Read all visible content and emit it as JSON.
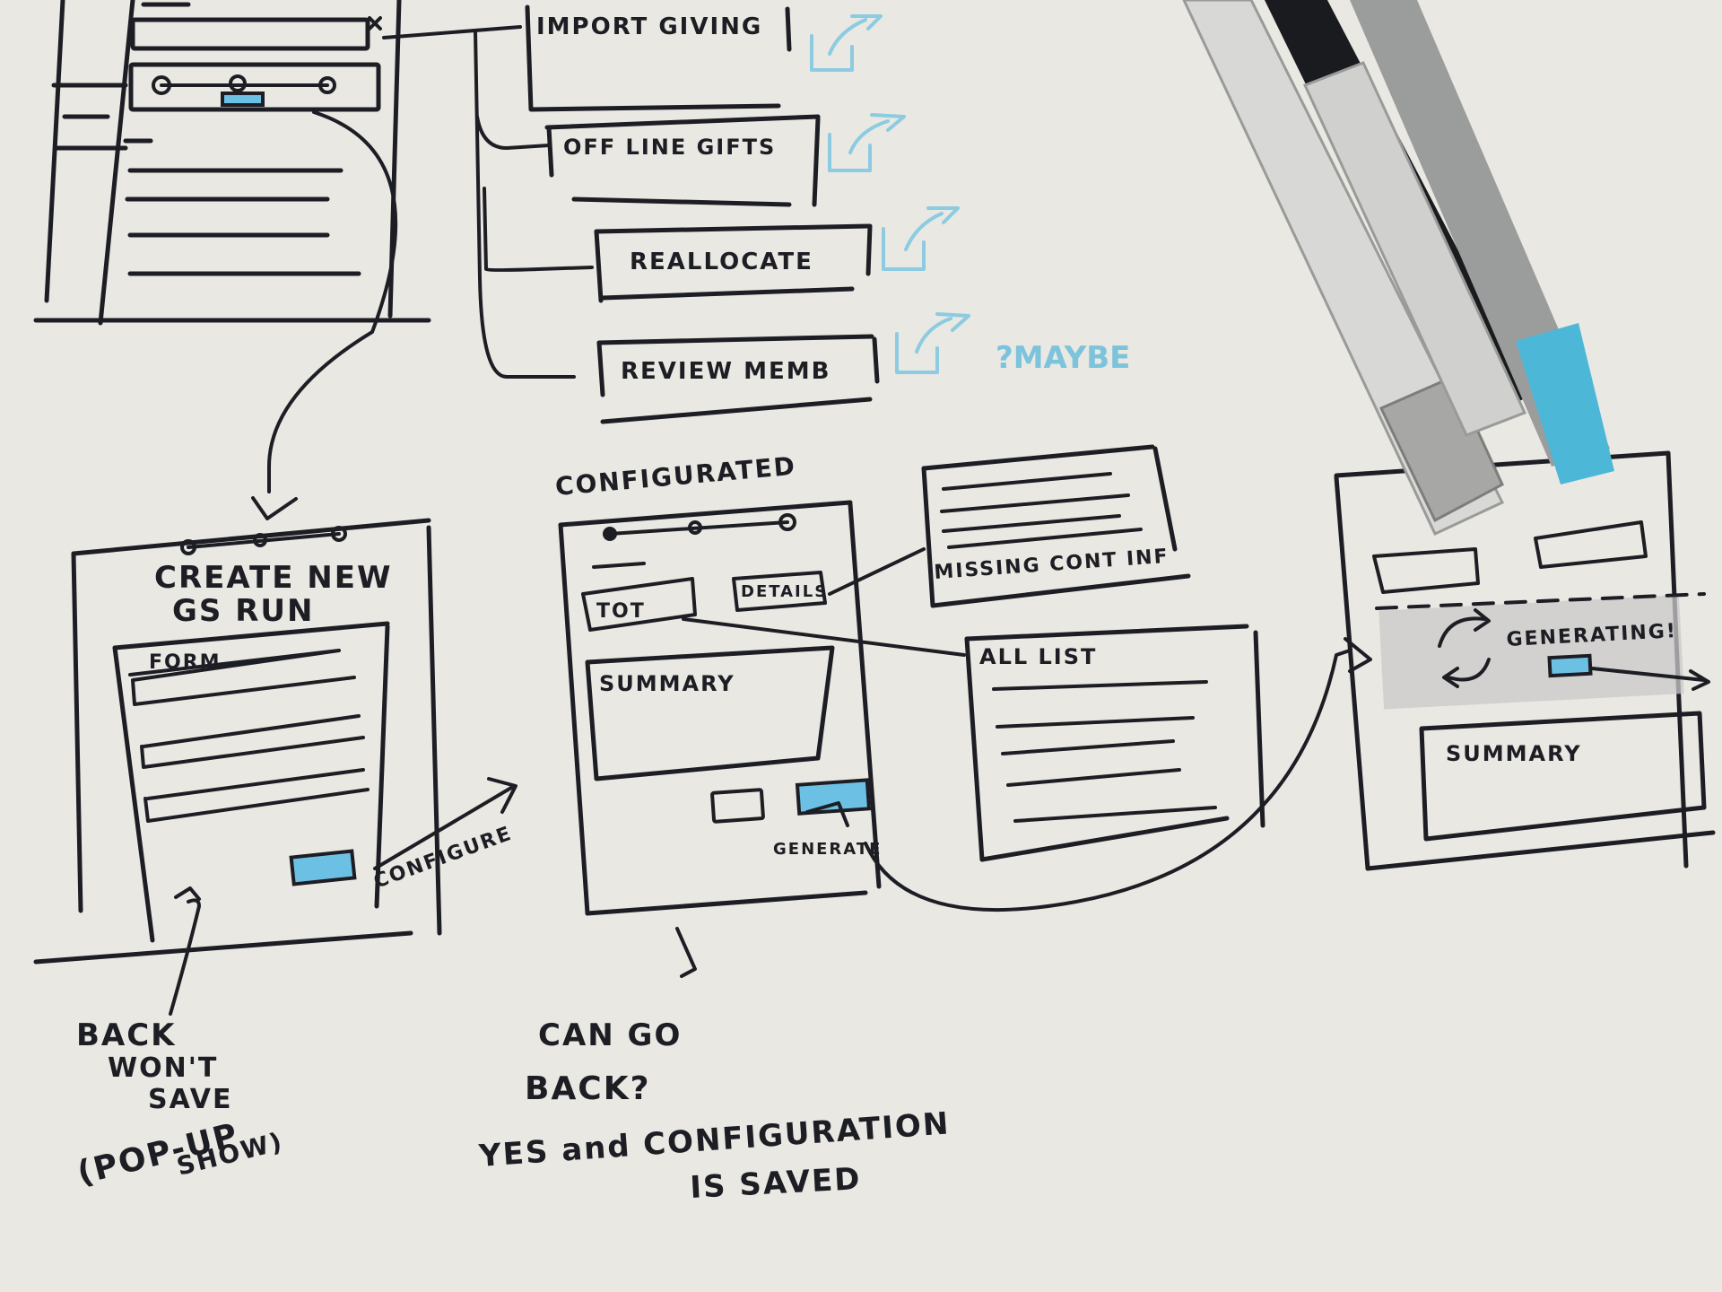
{
  "colors": {
    "paper": "#e9e8e3",
    "ink": "#1d1d24",
    "highlight_blue": "#6cc0e4",
    "sketch_blue": "#8ccbe0",
    "grey_marker": "#c9c9c9"
  },
  "icons": [
    "external-link-icon",
    "refresh-icon",
    "arrow-icon",
    "marker-pen-icon"
  ],
  "menu": {
    "import_giving": "IMPORT GIVING",
    "offline_gifts": "OFF LINE GIFTS",
    "reallocate": "REALLOCATE",
    "review_memb": "REVIEW MEMB",
    "maybe_note": "?MAYBE"
  },
  "create_screen": {
    "title_line1": "CREATE NEW",
    "title_line2": "GS RUN",
    "form_label": "FORM",
    "configure_label": "CONFIGURE"
  },
  "configured_screen": {
    "title": "CONFIGURATED",
    "tot_tab": "TOT",
    "details_tab": "DETAILS",
    "summary_label": "SUMMARY",
    "generate_label": "GENERATE"
  },
  "missing_card": {
    "label": "MISSING CONT INF"
  },
  "all_list_card": {
    "label": "ALL LIST"
  },
  "generating_screen": {
    "status": "GENERATING!",
    "summary_label": "SUMMARY"
  },
  "notes": {
    "back_line1": "BACK",
    "back_line2": "WON'T",
    "back_line3": "SAVE",
    "back_line4": "(POP-UP",
    "back_line5": "SHOW)",
    "goback_line1": "CAN GO",
    "goback_line2": "BACK?",
    "goback_line3": "YES and CONFIGURATION",
    "goback_line4": "IS SAVED"
  }
}
